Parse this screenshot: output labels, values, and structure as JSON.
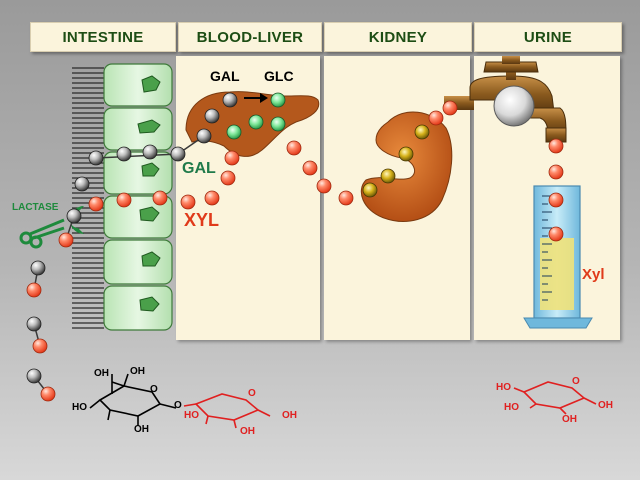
{
  "headers": {
    "intestine": "INTESTINE",
    "blood_liver": "BLOOD-LIVER",
    "kidney": "KIDNEY",
    "urine": "URINE"
  },
  "labels": {
    "lactase": "LACTASE",
    "gal_top": "GAL",
    "glc": "GLC",
    "gal_green": "GAL",
    "xyl": "XYL",
    "xyl_urine": "Xyl"
  },
  "structures": {
    "lactose": {
      "oh1": "OH",
      "oh2": "OH",
      "oh3": "HO",
      "oh4": "OH",
      "link": "O",
      "ring_o1": "O",
      "xoh1": "HO",
      "xoh2": "OH",
      "xoh3": "OH",
      "ring_o2": "O"
    },
    "xylose": {
      "ho1": "HO",
      "ho2": "HO",
      "oh1": "OH",
      "oh2": "OH",
      "ring_o": "O"
    }
  },
  "colors": {
    "header_text": "#1d4d14",
    "panel": "#fbf4dc",
    "liver": "#b4581c",
    "kidney": "#c4581a",
    "xyl_red": "#e03a1a",
    "gal_green": "#1f7a4a",
    "lactase_green": "#1e8a3c",
    "cell_green": "#cdeccb",
    "urine_yellow": "#efe27a",
    "cylinder_blue": "#9fd3ea",
    "faucet_bronze": "#8a5a1e",
    "structure_red": "#e02020"
  }
}
